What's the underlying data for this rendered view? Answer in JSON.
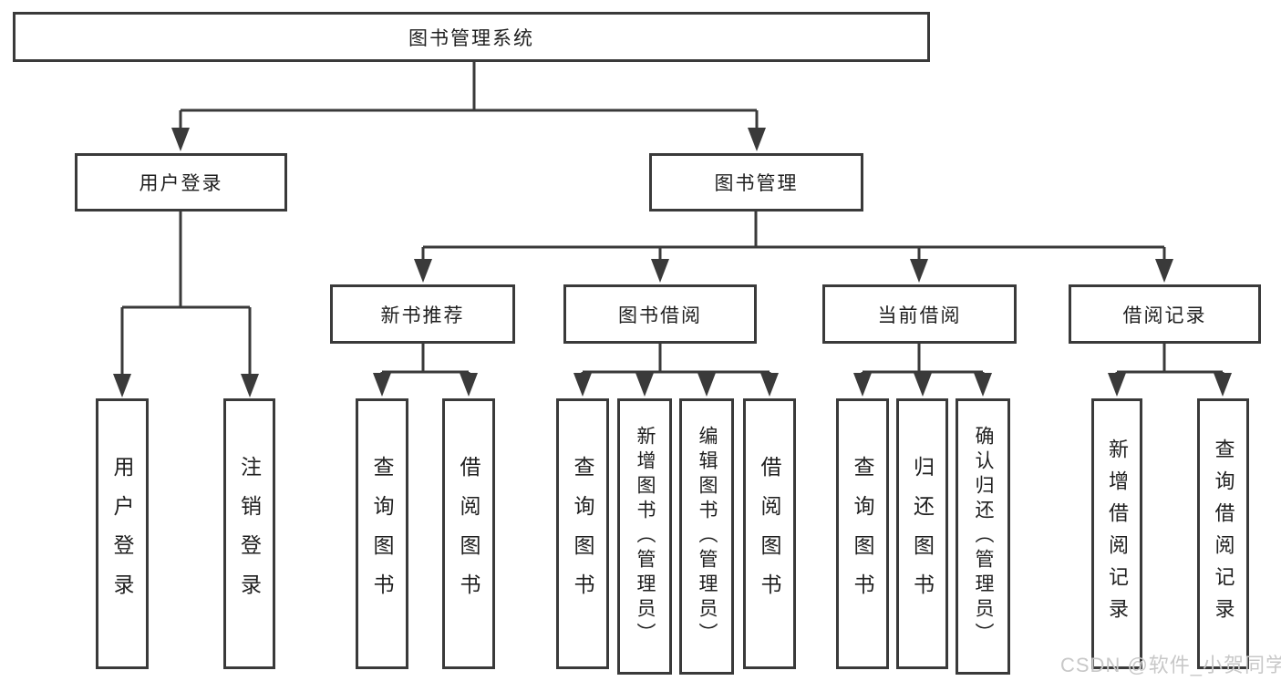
{
  "colors": {
    "line": "#3a3a3a",
    "box_border": "#3a3a3a",
    "text": "#1f1f1f",
    "background": "#ffffff",
    "watermark": "#c8c8c8"
  },
  "watermark": "CSDN @软件_小贺同学",
  "diagram": {
    "root": {
      "label": "图书管理系统"
    },
    "branches": [
      {
        "label": "用户登录",
        "children": [
          {
            "label": "用户登录"
          },
          {
            "label": "注销登录"
          }
        ]
      },
      {
        "label": "图书管理",
        "children": [
          {
            "label": "新书推荐",
            "children": [
              {
                "label": "查询图书"
              },
              {
                "label": "借阅图书"
              }
            ]
          },
          {
            "label": "图书借阅",
            "children": [
              {
                "label": "查询图书"
              },
              {
                "label": "新增图书（管理员）"
              },
              {
                "label": "编辑图书（管理员）"
              },
              {
                "label": "借阅图书"
              }
            ]
          },
          {
            "label": "当前借阅",
            "children": [
              {
                "label": "查询图书"
              },
              {
                "label": "归还图书"
              },
              {
                "label": "确认归还（管理员）"
              }
            ]
          },
          {
            "label": "借阅记录",
            "children": [
              {
                "label": "新增借阅记录"
              },
              {
                "label": "查询借阅记录"
              }
            ]
          }
        ]
      }
    ]
  }
}
